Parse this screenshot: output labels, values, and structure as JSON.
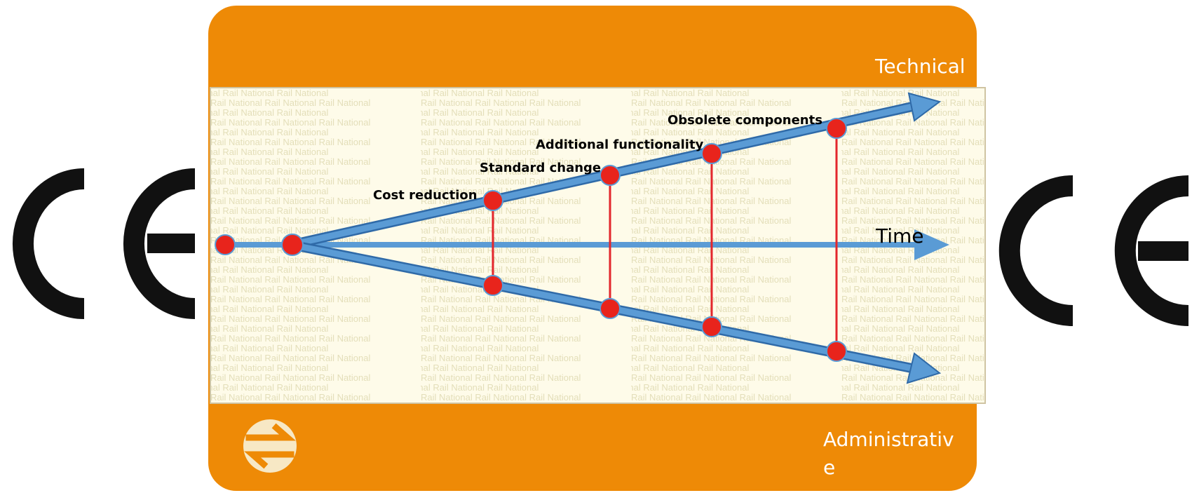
{
  "labels": {
    "technical": "Technical",
    "time": "Time",
    "administrative": "Administrative",
    "cost_reduction": "Cost reduction",
    "standard_change": "Standard change",
    "additional_functionality": "Additional functionality",
    "obsolete_components": "Obsolete components"
  },
  "watermark_text": "Rail National",
  "logos": {
    "left": "CE",
    "right": "CE"
  },
  "colors": {
    "card_orange": "#ee8a06",
    "band_cream": "#fefbe9",
    "arrow_blue": "#5a9bd5",
    "arrow_blue_dark": "#2f6aa8",
    "event_dot": "#e8241c",
    "event_line": "#e3262c",
    "ce_black": "#111111",
    "logo_cream": "#f7e8c5"
  }
}
